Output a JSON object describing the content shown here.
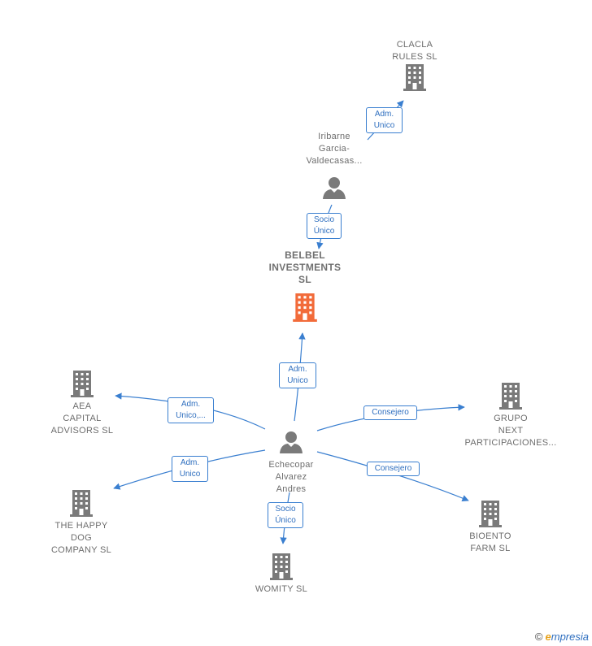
{
  "colors": {
    "edge": "#3a7fd0",
    "node_icon": "#7a7a7a",
    "focus_icon": "#f26b3a",
    "label_text": "#6d6d6d"
  },
  "nodes": [
    {
      "id": "clacla",
      "label": "CLACLA\nRULES  SL",
      "type": "company"
    },
    {
      "id": "iribarne",
      "label": "Iribarne\nGarcia-\nValdecasas...",
      "type": "person"
    },
    {
      "id": "belbel",
      "label": "BELBEL\nINVESTMENTS\nSL",
      "type": "company",
      "focus": true
    },
    {
      "id": "echecopar",
      "label": "Echecopar\nAlvarez\nAndres",
      "type": "person"
    },
    {
      "id": "aea",
      "label": "AEA\nCAPITAL\nADVISORS  SL",
      "type": "company"
    },
    {
      "id": "happydog",
      "label": "THE HAPPY\nDOG\nCOMPANY  SL",
      "type": "company"
    },
    {
      "id": "womity",
      "label": "WOMITY SL",
      "type": "company"
    },
    {
      "id": "grupo",
      "label": "GRUPO\nNEXT\nPARTICIPACIONES...",
      "type": "company"
    },
    {
      "id": "bioento",
      "label": "BIOENTO\nFARM  SL",
      "type": "company"
    }
  ],
  "edges": [
    {
      "from": "iribarne",
      "to": "clacla",
      "label": "Adm.\nUnico"
    },
    {
      "from": "iribarne",
      "to": "belbel",
      "label": "Socio\nÚnico"
    },
    {
      "from": "echecopar",
      "to": "belbel",
      "label": "Adm.\nUnico"
    },
    {
      "from": "echecopar",
      "to": "aea",
      "label": "Adm.\nUnico,..."
    },
    {
      "from": "echecopar",
      "to": "happydog",
      "label": "Adm.\nUnico"
    },
    {
      "from": "echecopar",
      "to": "womity",
      "label": "Socio\nÚnico"
    },
    {
      "from": "echecopar",
      "to": "grupo",
      "label": "Consejero"
    },
    {
      "from": "echecopar",
      "to": "bioento",
      "label": "Consejero"
    }
  ],
  "footer": {
    "copyright": "©",
    "brand_first": "e",
    "brand_rest": "mpresia"
  }
}
